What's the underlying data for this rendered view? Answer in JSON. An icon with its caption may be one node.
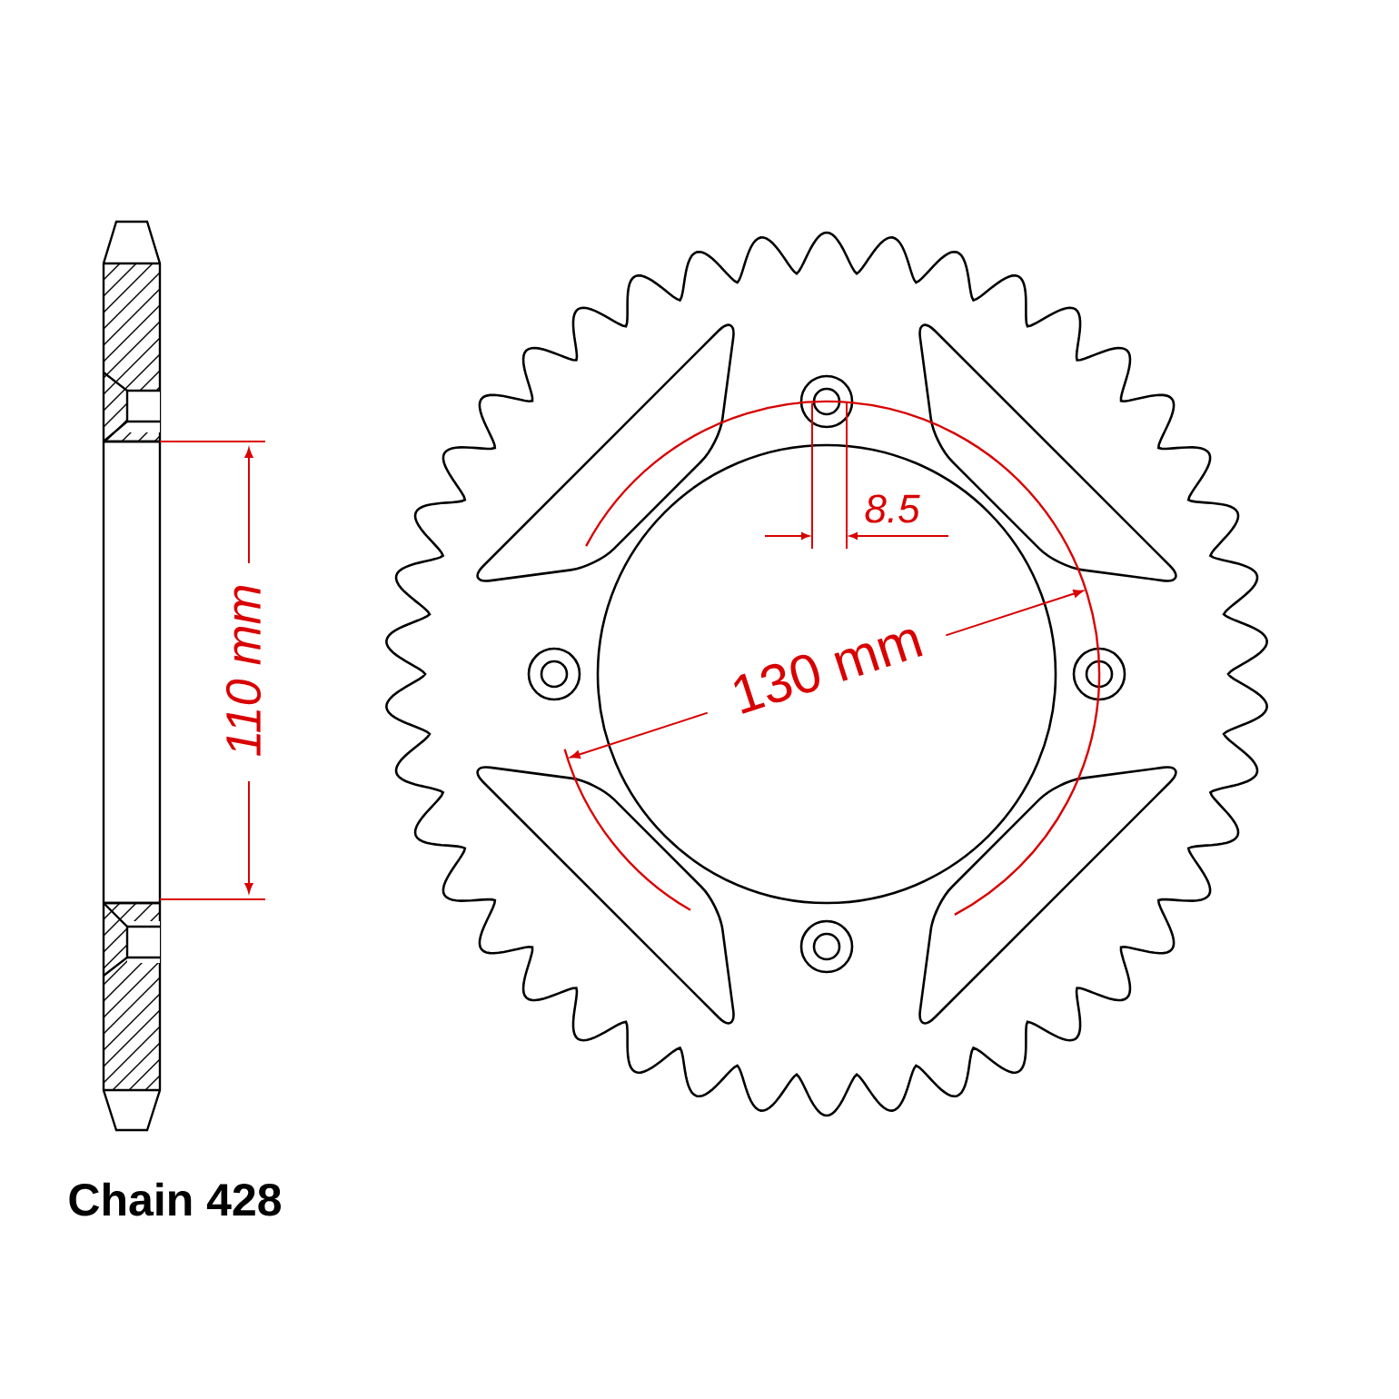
{
  "diagram": {
    "labels": [
      "110 mm",
      "8.5",
      "130 mm",
      "Chain 428"
    ]
  }
}
